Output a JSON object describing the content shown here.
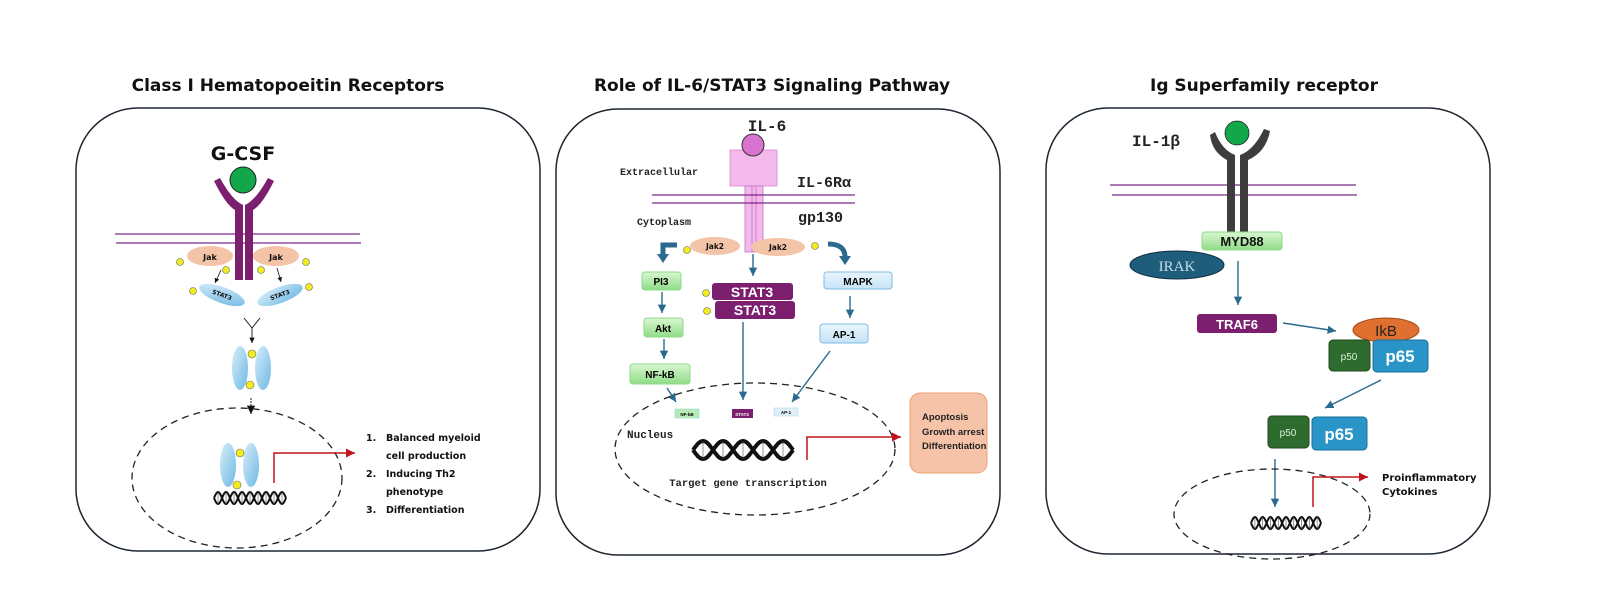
{
  "panels": [
    {
      "title": "Class I Hematopoeitin Receptors",
      "ligand": "G-CSF",
      "kinase": "Jak",
      "transcription_factor": "STAT3",
      "phospho": "P",
      "outcomes": [
        {
          "num": "1.",
          "lines": [
            "Balanced  myeloid",
            "cell production"
          ]
        },
        {
          "num": "2.",
          "lines": [
            "Inducing Th2",
            "phenotype"
          ]
        },
        {
          "num": "3.",
          "lines": [
            "Differentiation"
          ]
        }
      ]
    },
    {
      "title": "Role of IL-6/STAT3 Signaling Pathway",
      "ligand": "IL-6",
      "extracellular": "Extracellular",
      "cytoplasm": "Cytoplasm",
      "receptor_alpha": "IL-6Rα",
      "receptor_gp": "gp130",
      "kinase": "Jak2",
      "phospho": "P",
      "left_path": [
        "PI3",
        "Akt",
        "NF-kB"
      ],
      "center_path": [
        "STAT3",
        "STAT3"
      ],
      "right_path": [
        "MAPK",
        "AP-1"
      ],
      "nuclear_labels": [
        "NF-kB",
        "STAT3",
        "AP-1"
      ],
      "nucleus": "Nucleus",
      "transcription": "Target gene transcription",
      "outcomes": [
        "Apoptosis",
        "Growth arrest",
        "Differentiation"
      ]
    },
    {
      "title": "Ig Superfamily receptor",
      "ligand": "IL-1β",
      "adaptor": "MYD88",
      "kinase": "IRAK",
      "traf": "TRAF6",
      "inhibitor": "IkB",
      "p50": "p50",
      "p65": "p65",
      "outcomes": [
        "Proinflammatory",
        "Cytokines"
      ]
    }
  ],
  "colors": {
    "receptor_purple": "#7b1f6e",
    "ligand_green": "#12a84a",
    "jak_peach": "#f4c4a8",
    "stat_blue": "#9fd2ee",
    "phospho_yellow": "#f2ec1e",
    "il6_pink": "#d873d0",
    "arrow_blue": "#2a6a8e",
    "red_arrow": "#c0141c",
    "outcome_box": "#f6c3a8",
    "irak": "#1f5d7d",
    "ikb": "#e07030",
    "p50": "#2e6b2e",
    "p65": "#2894c8"
  }
}
